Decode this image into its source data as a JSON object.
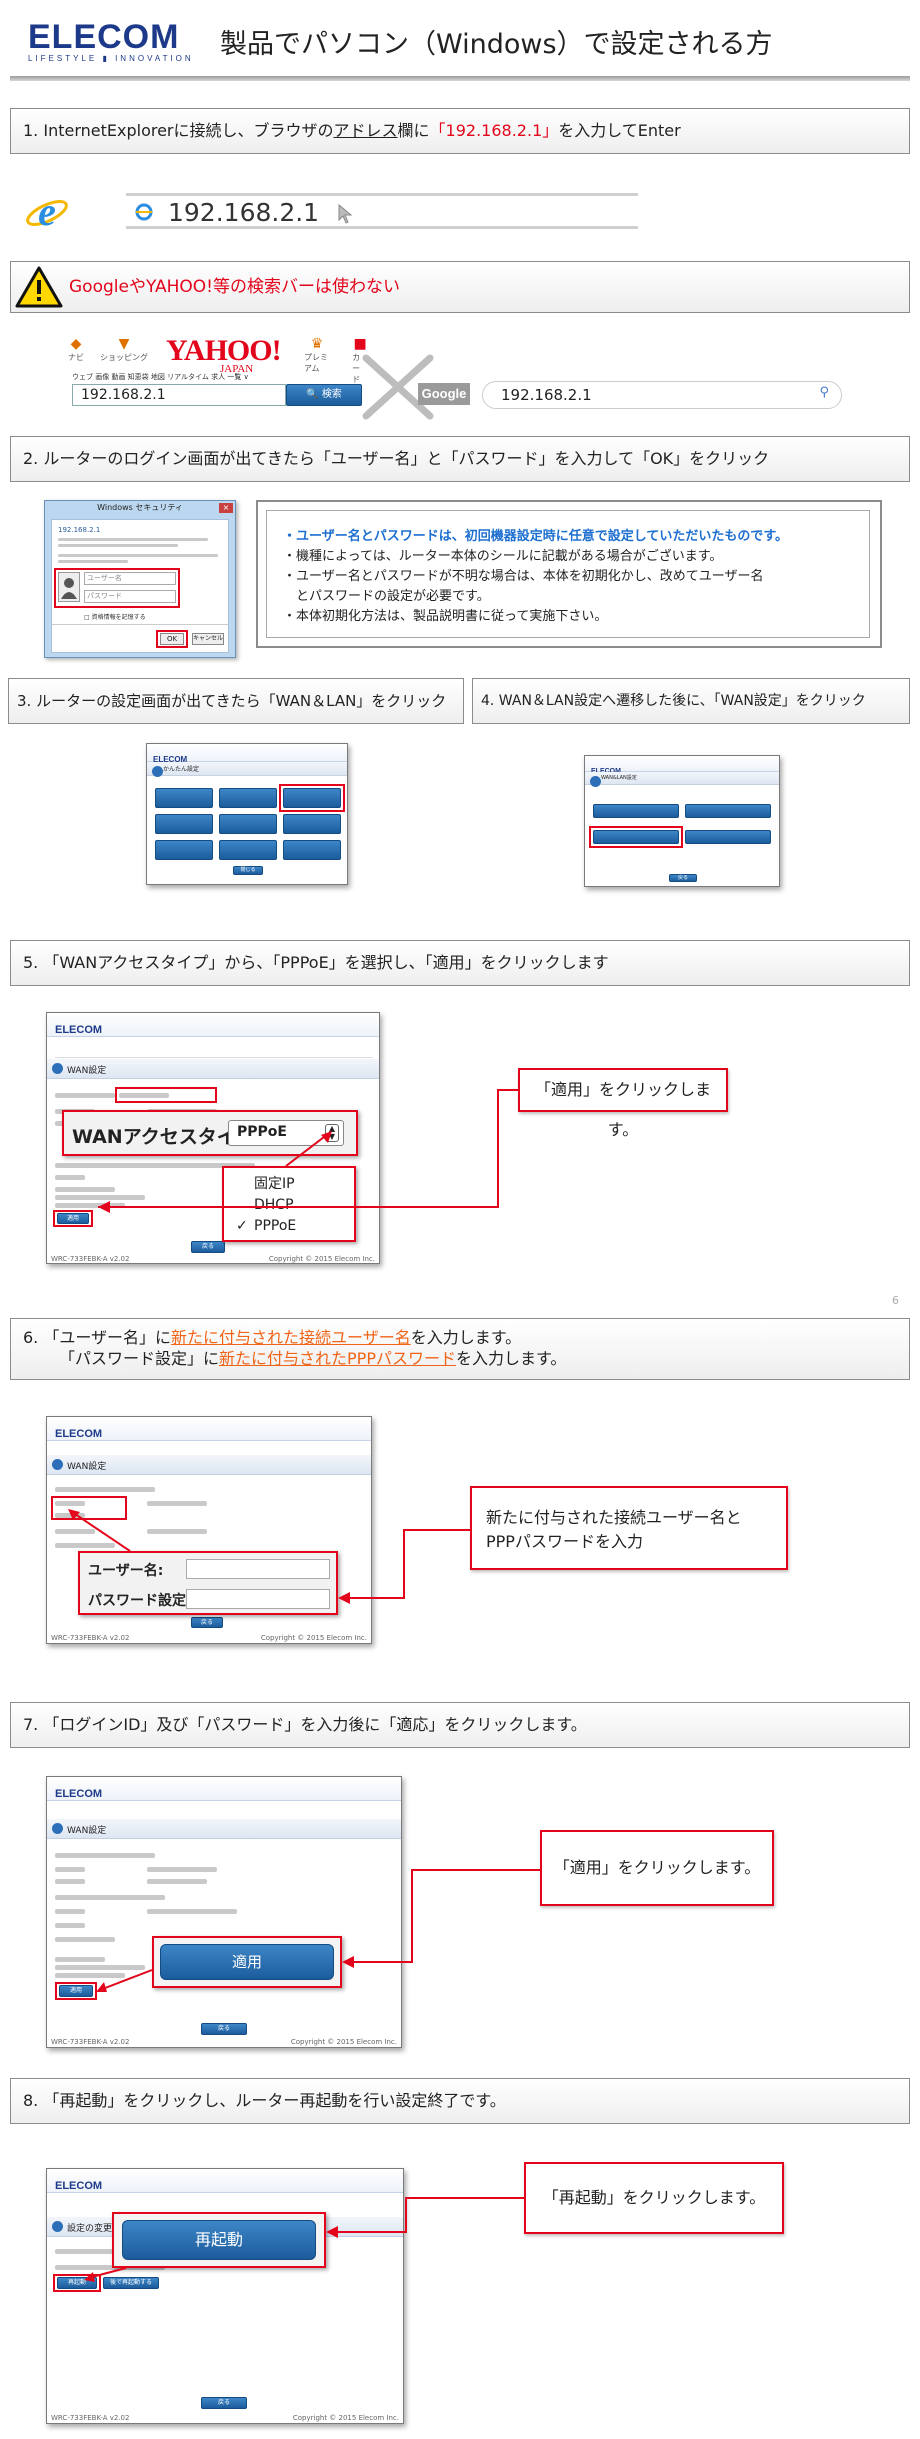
{
  "header": {
    "brand": "ELECOM",
    "brand_tagline": "LIFESTYLE ▮ INNOVATION",
    "title": "製品でパソコン（Windows）で設定される方"
  },
  "step1": {
    "pre": "1.  InternetExplorerに接続し、ブラウザの",
    "address": "アドレス",
    "mid": "欄に",
    "ip": "「192.168.2.1」",
    "post": "を入力してEnter",
    "address_bar_value": "192.168.2.1"
  },
  "warning": {
    "text": "GoogleやYAHOO!等の検索バーは使わない",
    "yahoo_logo": "YAHOO!",
    "yahoo_sub": "JAPAN",
    "yahoo_value": "192.168.2.1",
    "yahoo_search_label": "検索",
    "yahoo_tabs": "ウェブ  画像  動画  知恵袋  地図  リアルタイム  求人  一覧 ∨",
    "google_logo": "Google",
    "google_value": "192.168.2.1",
    "yahoo_icons": [
      "ナビ",
      "ショッピング",
      "プレミアム",
      "カード"
    ]
  },
  "step2": {
    "text": "2.  ルーターのログイン画面が出てきたら「ユーザー名」と「パスワード」を入力して「OK」をクリック",
    "dialog_title": "Windows セキュリティ",
    "dialog_server": "192.168.2.1",
    "dialog_user_placeholder": "ユーザー名",
    "dialog_pass_placeholder": "パスワード",
    "dialog_remember": "資格情報を記憶する",
    "dialog_ok": "OK",
    "dialog_cancel": "キャンセル",
    "note_blue": "・ユーザー名とパスワードは、初回機器設定時に任意で設定していただいたものです。",
    "note2": "・機種によっては、ルーター本体のシールに記載がある場合がございます。",
    "note3": "・ユーザー名とパスワードが不明な場合は、本体を初期化かし、改めてユーザー名",
    "note4": "　とパスワードの設定が必要です。",
    "note5": "・本体初期化方法は、製品説明書に従って実施下さい。"
  },
  "step3": {
    "text": "3.  ルーターの設定画面が出てきたら「WAN＆LAN」をクリック",
    "shot_logo": "ELECOM",
    "shot_sub": "かんたん設定",
    "shot_btn": "閉じる"
  },
  "step4": {
    "text": "4. WAN＆LAN設定へ遷移した後に、「WAN設定」をクリック",
    "shot_logo": "ELECOM",
    "shot_sub": "WAN&LAN設定",
    "shot_btn": "戻る"
  },
  "step5": {
    "text": "5.  「WANアクセスタイプ」から、「PPPoE」を選択し、「適用」をクリックします",
    "shot_logo": "ELECOM",
    "shot_sub": "WAN設定",
    "access_label": "WANアクセスタイプ:",
    "access_value": "PPPoE",
    "options": [
      "固定IP",
      "DHCP",
      "PPPoE"
    ],
    "apply_small": "適用",
    "back": "戻る",
    "callout": "「適用」をクリックします。",
    "footer_left": "WRC-733FEBK-A v2.02",
    "footer_right": "Copyright © 2015 Elecom Inc."
  },
  "page_number": "6",
  "step6": {
    "line1_pre": "6.  「ユーザー名」に",
    "line1_em": "新たに付与された接続ユーザー名",
    "line1_post": "を入力します。",
    "line2_pre": "「パスワード設定」に",
    "line2_em": "新たに付与されたPPPパスワード",
    "line2_post": "を入力します。",
    "shot_logo": "ELECOM",
    "shot_sub": "WAN設定",
    "user_label": "ユーザー名:",
    "pass_label": "パスワード設定:",
    "back": "戻る",
    "callout_line1": "新たに付与された接続ユーザー名と",
    "callout_line2": "PPPパスワードを入力",
    "footer_left": "WRC-733FEBK-A v2.02",
    "footer_right": "Copyright © 2015 Elecom Inc."
  },
  "step7": {
    "text": "7.   「ログインID」及び「パスワード」を入力後に「適応」をクリックします。",
    "shot_logo": "ELECOM",
    "shot_sub": "WAN設定",
    "apply_big": "適用",
    "apply_small": "適用",
    "back": "戻る",
    "callout": "「適用」をクリックします。",
    "footer_left": "WRC-733FEBK-A v2.02",
    "footer_right": "Copyright © 2015 Elecom Inc."
  },
  "step8": {
    "text": "8.  「再起動」をクリックし、ルーター再起動を行い設定終了です。",
    "shot_logo": "ELECOM",
    "shot_sub": "設定の変更が",
    "restart_big": "再起動",
    "restart_small": "再起動",
    "later_small": "後で再起動する",
    "back": "戻る",
    "callout": "「再起動」をクリックします。",
    "footer_left": "WRC-733FEBK-A v2.02",
    "footer_right": "Copyright © 2015 Elecom Inc."
  }
}
